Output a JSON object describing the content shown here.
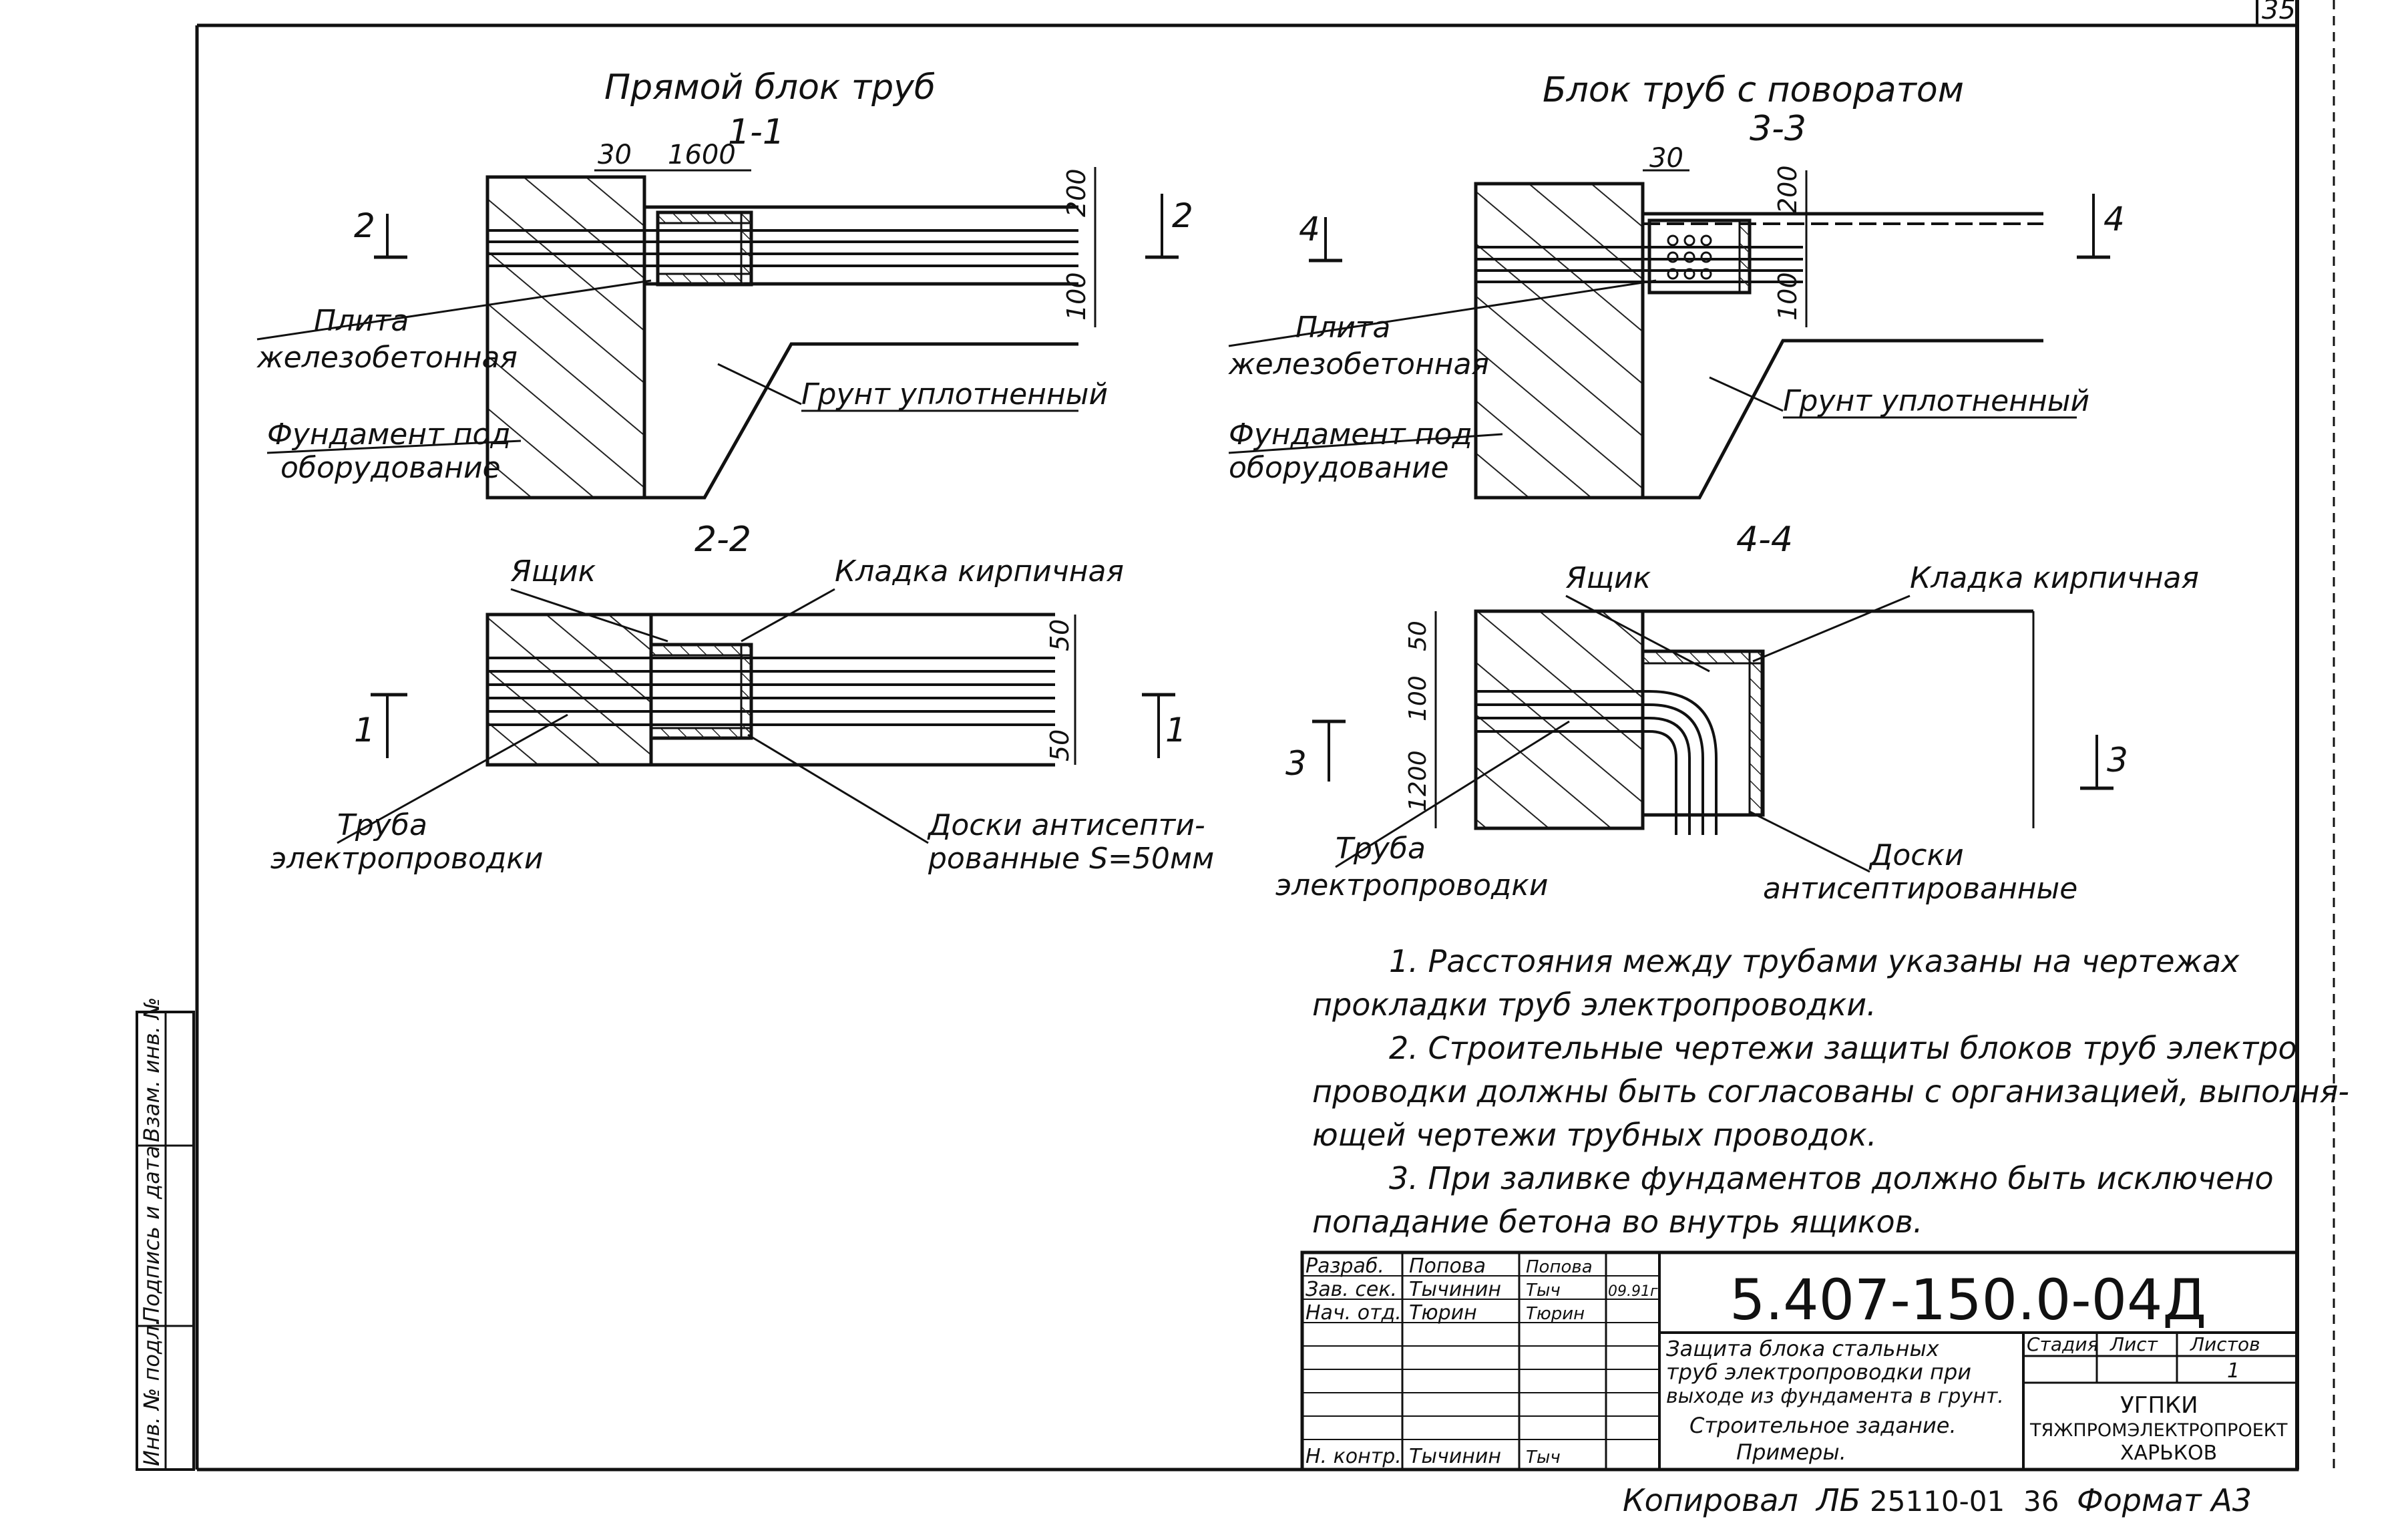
{
  "sheet_number": "35",
  "section_1_1": {
    "heading": "Прямой блок труб",
    "cut": "1-1",
    "dim_30": "30",
    "dim_1600": "1600",
    "dim_200": "200",
    "dim_100": "100",
    "arrow_left": "2",
    "arrow_right": "2"
  },
  "section_3_3": {
    "heading": "Блок труб с поворатом",
    "cut": "3-3",
    "dim_30": "30",
    "dim_200": "200",
    "dim_100": "100",
    "arrow_left": "4",
    "arrow_right": "4"
  },
  "section_2_2": {
    "cut": "2-2",
    "dim_50_top": "50",
    "dim_50_bottom": "50",
    "arrow_left": "1",
    "arrow_right": "1"
  },
  "section_4_4": {
    "cut": "4-4",
    "dim_50": "50",
    "dim_100": "100",
    "dim_1200": "1200",
    "arrow_left": "3",
    "arrow_right": "3"
  },
  "labels": {
    "plita_1": "Плита",
    "plita_2": "железобетонная",
    "fundament_1": "Фундамент под",
    "fundament_2": "оборудование",
    "grunt": "Грунт уплотненный",
    "yashchik": "Ящик",
    "kladka": "Кладка кирпичная",
    "truba_1": "Труба",
    "truba_2": "электропроводки",
    "doski_1": "Доски антисепти-",
    "doski_2": "рованные S=50мм",
    "doski_b1": "Доски",
    "doski_b2": "антисептированные"
  },
  "notes": [
    "1. Расстояния между трубами указаны на чертежах",
    "прокладки труб электропроводки.",
    "2. Строительные чертежи защиты блоков труб электро",
    "проводки должны быть согласованы с организацией, выполня-",
    "ющей чертежи трубных проводок.",
    "3. При заливке фундаментов должно быть исключено",
    "попадание бетона во внутрь ящиков."
  ],
  "side_stamp": {
    "f1": "Взам. инв. №",
    "f2": "Подпись и дата",
    "f3": "Инв. № подл."
  },
  "title_block": {
    "doc_code": "5.407-150.0-04Д",
    "rows": [
      {
        "role": "Разраб.",
        "name": "Попова",
        "sign": "Попова",
        "date": ""
      },
      {
        "role": "Зав. сек.",
        "name": "Тычинин",
        "sign": "Тыч",
        "date": "09.91г."
      },
      {
        "role": "Нач. отд.",
        "name": "Тюрин",
        "sign": "Тюрин",
        "date": ""
      },
      {
        "role": "Н. контр.",
        "name": "Тычинин",
        "sign": "Тыч",
        "date": ""
      }
    ],
    "title_lines": [
      "Защита блока стальных",
      "труб электропроводки при",
      "выходе из фундамента в грунт.",
      "Строительное задание.",
      "Примеры."
    ],
    "stage_label": "Стадия",
    "sheet_label": "Лист",
    "sheets_label": "Листов",
    "sheets_value": "1",
    "org_lines": [
      "УГПКИ",
      "ТЯЖПРОМЭЛЕКТРОПРОЕКТ",
      "ХАРЬКОВ"
    ]
  },
  "footer": {
    "copied": "Копировал",
    "copier_sign": "ЛБ",
    "order": "25110-01",
    "page": "36",
    "format": "Формат A3"
  }
}
